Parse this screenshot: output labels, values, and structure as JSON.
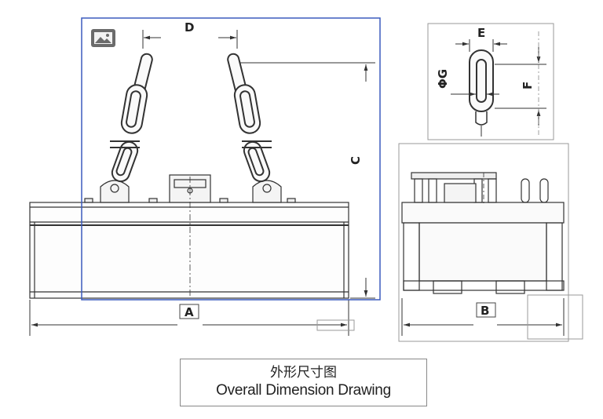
{
  "dimensions": {
    "A": "A",
    "B": "B",
    "C": "C",
    "D": "D",
    "E": "E",
    "F": "F",
    "G": "ΦG"
  },
  "caption": {
    "chinese": "外形尺寸图",
    "english": "Overall Dimension Drawing"
  },
  "colors": {
    "selection": "#3b5bbd",
    "line": "#333333",
    "hint": "#9a9a9a"
  },
  "icons": {
    "image_placeholder": "image-icon"
  }
}
